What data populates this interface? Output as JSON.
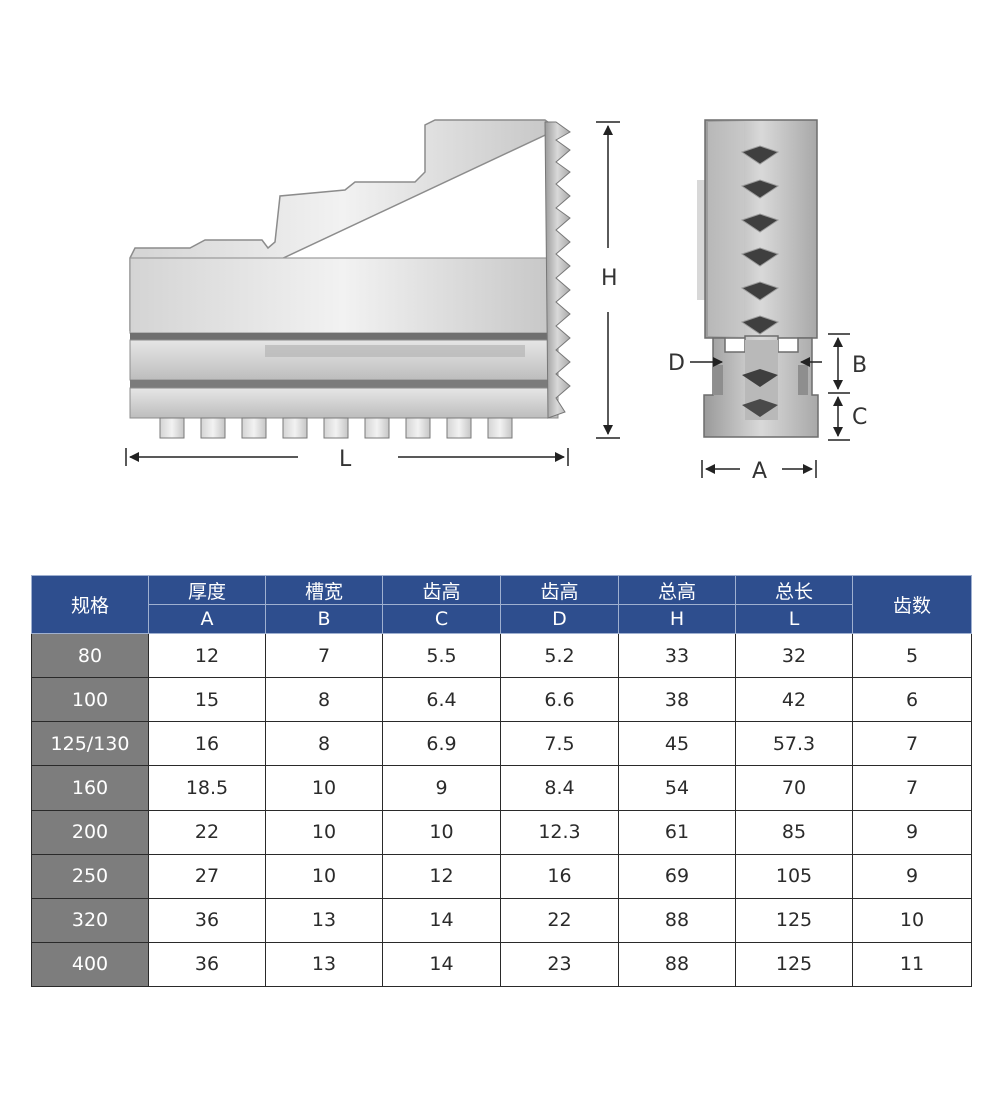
{
  "diagram": {
    "labels": {
      "H": "H",
      "L": "L",
      "D": "D",
      "B": "B",
      "C": "C",
      "A": "A"
    }
  },
  "table": {
    "headers": [
      {
        "top": "规格",
        "bottom": ""
      },
      {
        "top": "厚度",
        "bottom": "A"
      },
      {
        "top": "槽宽",
        "bottom": "B"
      },
      {
        "top": "齿高",
        "bottom": "C"
      },
      {
        "top": "齿高",
        "bottom": "D"
      },
      {
        "top": "总高",
        "bottom": "H"
      },
      {
        "top": "总长",
        "bottom": "L"
      },
      {
        "top": "齿数",
        "bottom": ""
      }
    ],
    "rows": [
      [
        "80",
        "12",
        "7",
        "5.5",
        "5.2",
        "33",
        "32",
        "5"
      ],
      [
        "100",
        "15",
        "8",
        "6.4",
        "6.6",
        "38",
        "42",
        "6"
      ],
      [
        "125/130",
        "16",
        "8",
        "6.9",
        "7.5",
        "45",
        "57.3",
        "7"
      ],
      [
        "160",
        "18.5",
        "10",
        "9",
        "8.4",
        "54",
        "70",
        "7"
      ],
      [
        "200",
        "22",
        "10",
        "10",
        "12.3",
        "61",
        "85",
        "9"
      ],
      [
        "250",
        "27",
        "10",
        "12",
        "16",
        "69",
        "105",
        "9"
      ],
      [
        "320",
        "36",
        "13",
        "14",
        "22",
        "88",
        "125",
        "10"
      ],
      [
        "400",
        "36",
        "13",
        "14",
        "23",
        "88",
        "125",
        "11"
      ]
    ]
  },
  "colors": {
    "header_bg": "#2e4e8e",
    "spec_col_bg": "#7d7d7d",
    "metal_light": "#eeeeee",
    "metal_dark": "#8a8a8a"
  }
}
